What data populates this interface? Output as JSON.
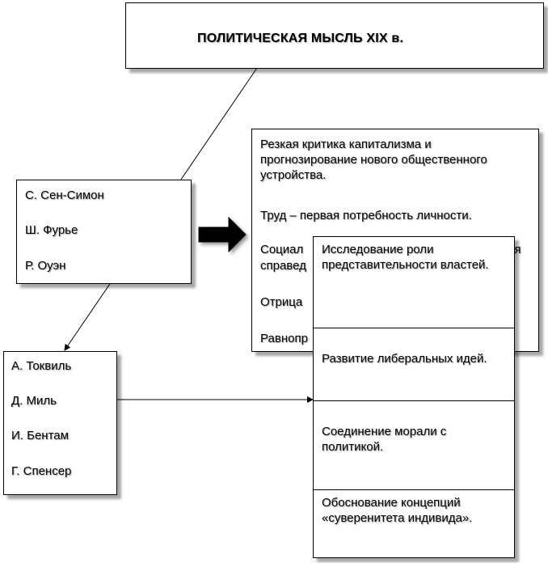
{
  "title": "ПОЛИТИЧЕСКАЯ  МЫСЛЬ XIX  в.",
  "utopians": [
    "С. Сен-Симон",
    "Ш. Фурье",
    "Р. Оуэн"
  ],
  "utopian_ideas": [
    "Резкая критика капитализма  и прогнозирование нового общественного устройства.",
    "Труд – первая потребность личности.",
    "Социал",
    "справед",
    "ая",
    "Отрица",
    "Равнопр"
  ],
  "liberals": [
    "А. Токвиль",
    "Д. Миль",
    "И. Бентам",
    "Г. Спенсер"
  ],
  "liberal_ideas": [
    "Исследование роли представительности властей.",
    "Развитие либеральных идей.",
    "Соединение морали с политикой.",
    "Обоснование концепций «суверенитета индивида»."
  ]
}
